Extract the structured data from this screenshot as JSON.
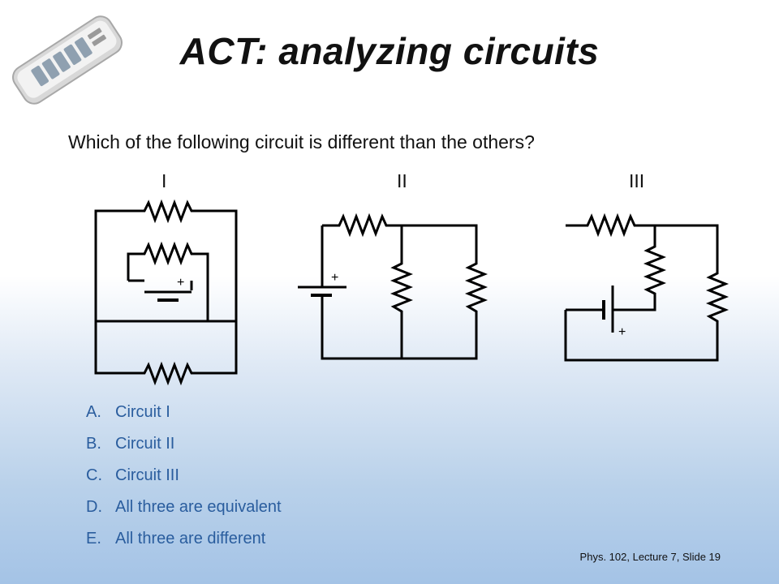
{
  "slide": {
    "title": "ACT: analyzing circuits",
    "question": "Which of the following circuit is different than the others?",
    "circuit_labels": [
      "I",
      "II",
      "III"
    ],
    "battery_polarity": "+",
    "answers": [
      {
        "letter": "A.",
        "text": "Circuit I"
      },
      {
        "letter": "B.",
        "text": "Circuit II"
      },
      {
        "letter": "C.",
        "text": "Circuit III"
      },
      {
        "letter": "D.",
        "text": "All three are equivalent"
      },
      {
        "letter": "E.",
        "text": "All three are different"
      }
    ],
    "footer": "Phys. 102, Lecture 7, Slide 19"
  },
  "colors": {
    "answer_text": "#2a5d9e",
    "background_bottom": "#a4c3e6"
  },
  "icons": {
    "clicker": "clicker-remote-icon"
  }
}
